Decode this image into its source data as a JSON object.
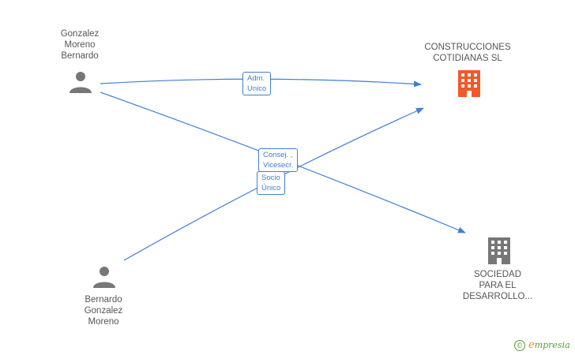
{
  "nodes": {
    "person_1": {
      "label": "Gonzalez\nMoreno\nBernardo"
    },
    "person_2": {
      "label": "Bernardo\nGonzalez\nMoreno"
    },
    "company_1": {
      "label": "CONSTRUCCIONES\nCOTIDIANAS SL"
    },
    "company_2": {
      "label": "SOCIEDAD\nPARA EL\nDESARROLLO..."
    }
  },
  "edges": [
    {
      "from": "Gonzalez Moreno Bernardo",
      "to": "CONSTRUCCIONES COTIDIANAS SL",
      "label": "Adm.\nUnico"
    },
    {
      "from": "Gonzalez Moreno Bernardo",
      "to": "SOCIEDAD PARA EL DESARROLLO...",
      "label": "Consej. ,\nVicesecr."
    },
    {
      "from": "Bernardo Gonzalez Moreno",
      "to": "CONSTRUCCIONES COTIDIANAS SL",
      "label": "Socio\nÚnico"
    }
  ],
  "colors": {
    "edge": "#3f7fd4",
    "person_icon": "#777777",
    "company_highlight": "#f05a28",
    "company_default": "#777777",
    "label_text": "#555555"
  },
  "branding": {
    "copyright_symbol": "©",
    "name_initial": "e",
    "name_rest": "mpresia"
  }
}
